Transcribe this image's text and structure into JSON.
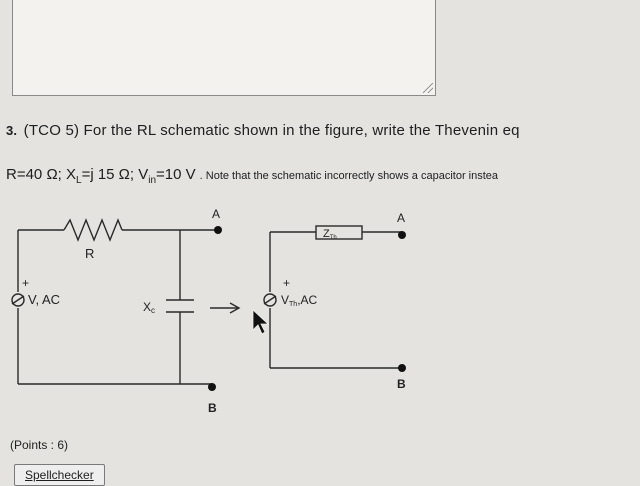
{
  "question": {
    "number": "3.",
    "text": "(TCO 5) For the RL schematic shown in the figure, write the Thevenin eq",
    "given": "R=40 Ω; X",
    "given_xl_sub": "L",
    "given_mid": "=j 15 Ω; V",
    "given_vin_sub": "in",
    "given_end": "=10 V",
    "note": ". Note that the schematic incorrectly shows a capacitor instea"
  },
  "schematic": {
    "left_circuit": {
      "resistor_label": "R",
      "source_plus": "+",
      "source_label": "V, AC",
      "reactance_label": "X",
      "reactance_sub": "c",
      "terminal_a": "A",
      "terminal_b": "B"
    },
    "right_circuit": {
      "impedance_label": "Z",
      "impedance_sub": "Th",
      "source_plus": "+",
      "source_label": "V",
      "source_sub": "Th",
      "source_suffix": ",AC",
      "terminal_a": "A",
      "terminal_b": "B"
    }
  },
  "points": "(Points : 6)",
  "spellchecker": "Spellchecker"
}
